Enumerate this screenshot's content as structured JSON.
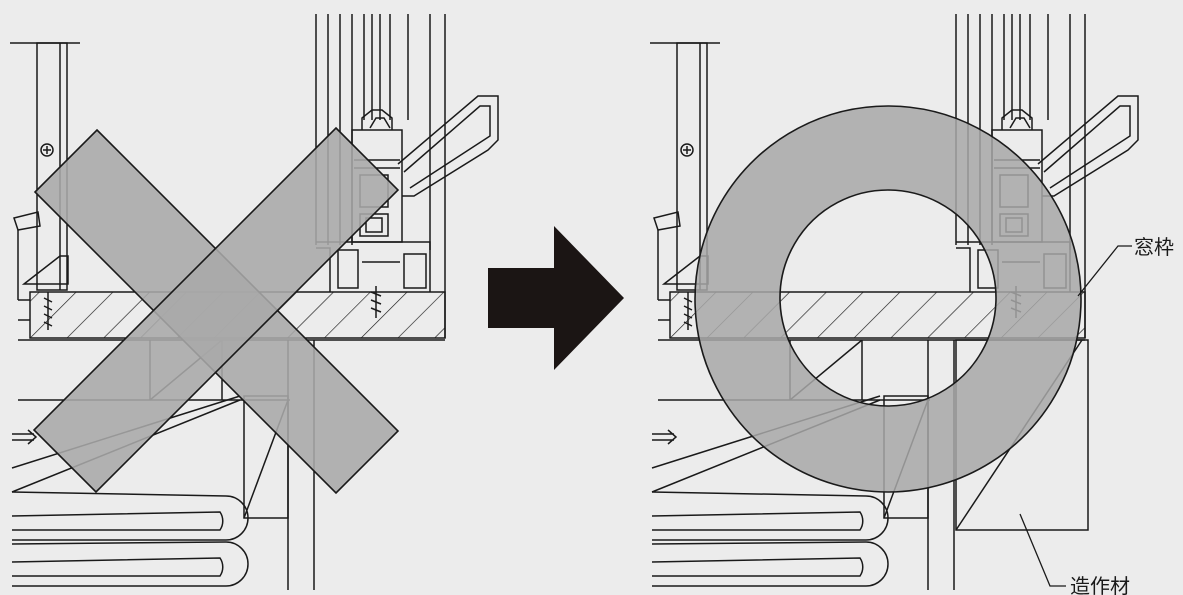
{
  "colors": {
    "background": "#ececec",
    "line": "#1a1a1a",
    "mark_fill": "#a8a8a8",
    "arrow": "#1b1514"
  },
  "panels": [
    {
      "id": "before",
      "mark": "cross-mark",
      "meaning": "incorrect"
    },
    {
      "id": "after",
      "mark": "circle-mark",
      "meaning": "correct"
    }
  ],
  "arrow": "right-arrow",
  "labels": {
    "window_frame": "窓枠",
    "built_in_member": "造作材"
  }
}
